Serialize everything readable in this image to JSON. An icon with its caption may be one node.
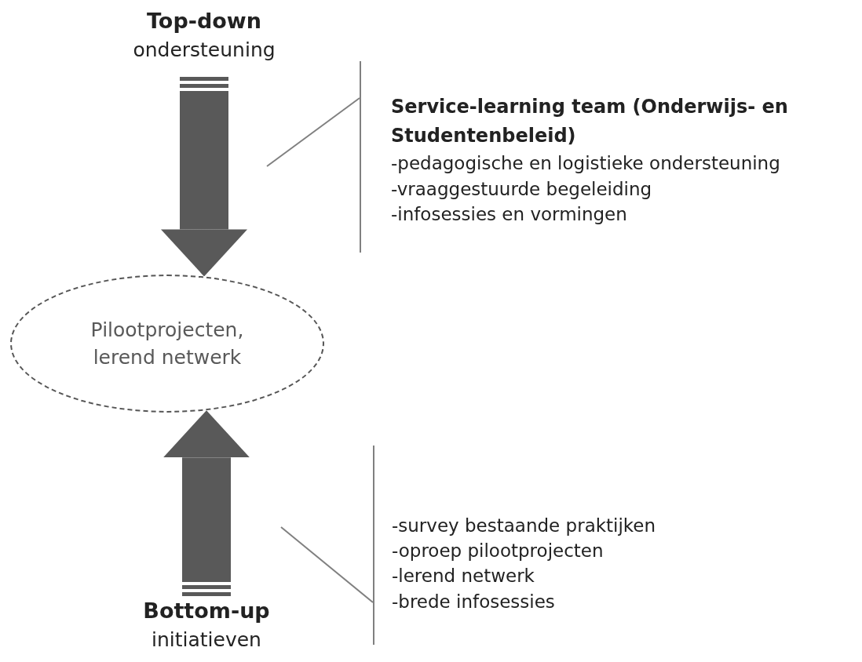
{
  "diagram": {
    "nodes": [
      {
        "text": [
          "Top-down",
          "ondersteuning"
        ]
      },
      {
        "text": [
          "Pilootprojecten, lerend netwerk"
        ]
      },
      {
        "text": [
          "Bottom-up",
          "initiatieven"
        ]
      },
      {
        "text": [
          "Service-learning team (Onderwijs- en Studentenbeleid)",
          "-pedagogische en logistieke ondersteuning",
          "-vraaggestuurde begeleiding",
          "-infosessies en vormingen"
        ]
      },
      {
        "text": [
          "-survey bestaande praktijken",
          "-oproep pilootprojecten",
          "-lerend netwerk",
          "-brede infosessies"
        ]
      }
    ],
    "edges": [
      {
        "from": 0,
        "to": 1,
        "arrow": "to",
        "style": "thick"
      },
      {
        "from": 2,
        "to": 1,
        "arrow": "to",
        "style": "thick"
      },
      {
        "from": 3,
        "to": null,
        "arrow": "none"
      },
      {
        "from": 4,
        "to": null,
        "arrow": "none"
      }
    ]
  }
}
